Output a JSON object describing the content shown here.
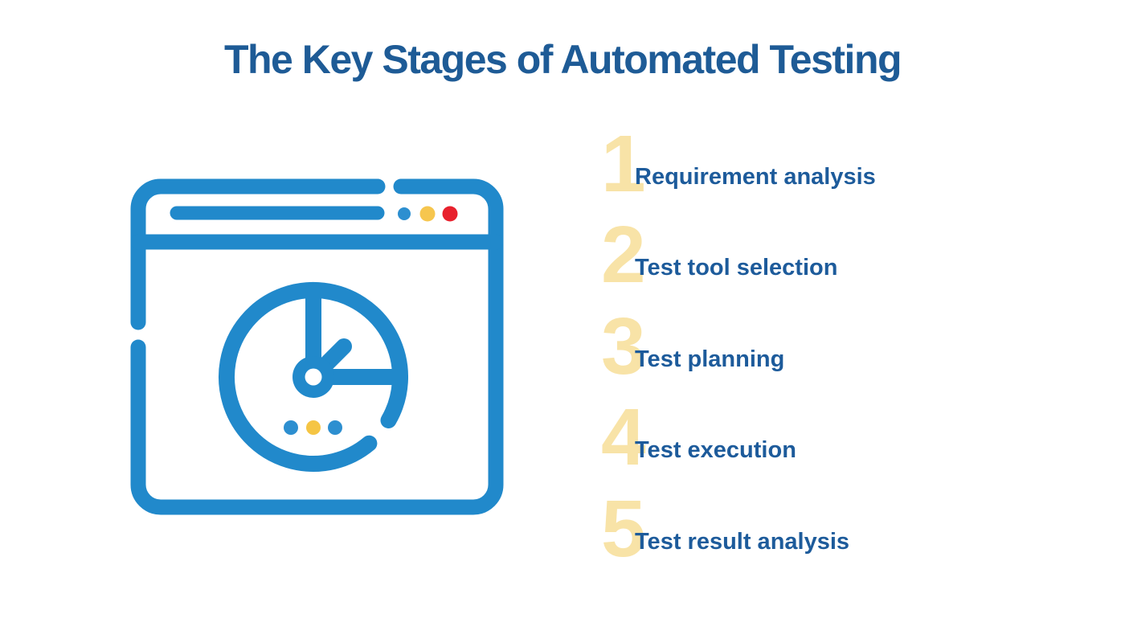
{
  "title": {
    "text": "The Key Stages of Automated Testing"
  },
  "stages": [
    {
      "number": "1",
      "label": "Requirement analysis"
    },
    {
      "number": "2",
      "label": "Test tool selection"
    },
    {
      "number": "3",
      "label": "Test planning"
    },
    {
      "number": "4",
      "label": "Test execution"
    },
    {
      "number": "5",
      "label": "Test result analysis"
    }
  ],
  "illustration": {
    "name": "browser-window-with-clock",
    "parts": [
      "browser-frame",
      "toolbar-divider",
      "address-bar-line",
      "toolbar-dots-blue-yellow-red",
      "clock-face-arc",
      "clock-hand-up",
      "clock-hand-diagonal",
      "clock-hand-right",
      "clock-center-hub",
      "clock-dots-blue-yellow-blue"
    ]
  },
  "colors": {
    "title_blue": "#1e5b96",
    "label_blue": "#1d5b9b",
    "number_yellow": "#f8e3a7",
    "illustration_blue": "#2189cb",
    "dot_blue": "#2d8fd0",
    "dot_yellow": "#f6c64e",
    "dot_red": "#e8212d",
    "clock_dot_yellow": "#f5c544",
    "background": "#ffffff"
  }
}
